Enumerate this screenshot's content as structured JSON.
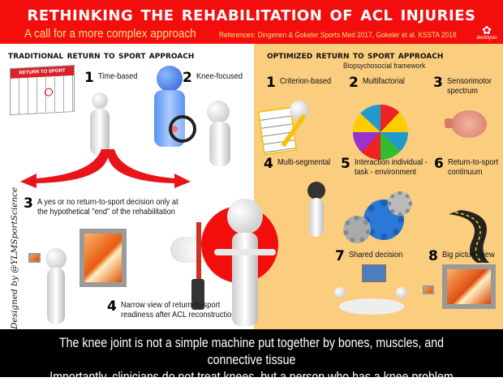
{
  "header": {
    "title": "Rethinking the Rehabilitation of ACL Injuries",
    "subtitle": "A call for a more complex approach",
    "references": "References:  Dingenen & Gokeler  Sports Med 2017, Gokeler et al. KSSTA 2018",
    "brand": "denkfysio",
    "brand_icon": "brain-icon"
  },
  "traditional": {
    "title": "Traditional Return to Sport Approach",
    "calendar_label": "RETURN TO SPORT",
    "items": [
      {
        "num": "1",
        "label": "Time-based"
      },
      {
        "num": "2",
        "label": "Knee-focused"
      },
      {
        "num": "3",
        "label": "A yes or no return-to-sport decision only at",
        "label2": "the hypothetical \"end\" of the rehabilitation"
      },
      {
        "num": "4",
        "label": "Narrow view of return-to-sport",
        "label2": "readiness after ACL reconstruction"
      }
    ]
  },
  "optimized": {
    "title": "Optimized Return to Sport Approach",
    "subtitle": "Biopsychosocial framework",
    "items": [
      {
        "num": "1",
        "label": "Criterion-based"
      },
      {
        "num": "2",
        "label": "Multifactorial"
      },
      {
        "num": "3",
        "label": "Sensorimotor",
        "label2": "spectrum"
      },
      {
        "num": "4",
        "label": "Multi-segmental"
      },
      {
        "num": "5",
        "label": "Interaction individual -",
        "label2": "task - environment"
      },
      {
        "num": "6",
        "label": "Return-to-sport",
        "label2": "continuum"
      },
      {
        "num": "7",
        "label": "Shared decision"
      },
      {
        "num": "8",
        "label": "Big picture view"
      }
    ]
  },
  "credit": "Designed by @YLMSportScience",
  "footer": {
    "line1": "The knee joint is not a simple machine put together by bones, muscles, and connective tissue",
    "line2": "Importantly, clinicians do not treat knees, but a person who has a knee problem"
  },
  "colors": {
    "red": "#f40d0d",
    "yellow_text": "#f9e07a",
    "panel_orange": "#fbcd7e",
    "footer_bg": "#000000"
  }
}
